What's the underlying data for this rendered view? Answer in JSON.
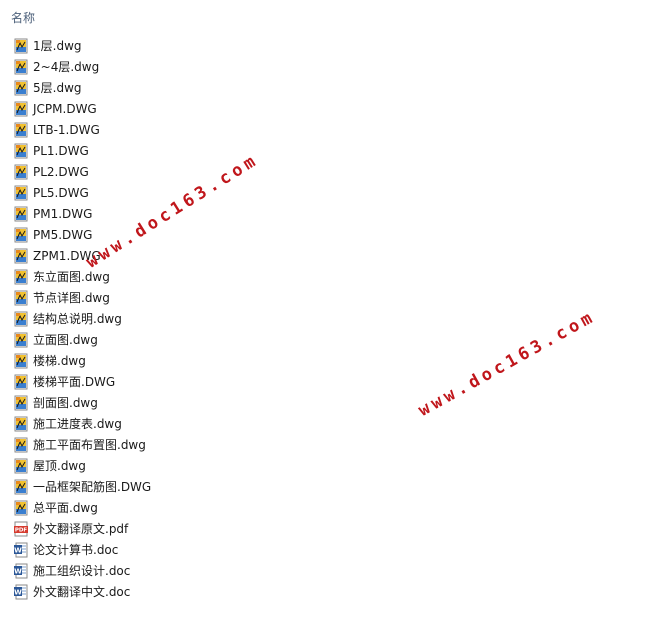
{
  "header": {
    "name_column": "名称"
  },
  "files": [
    {
      "name": "1层.dwg",
      "icon": "dwg-file-icon"
    },
    {
      "name": "2~4层.dwg",
      "icon": "dwg-file-icon"
    },
    {
      "name": "5层.dwg",
      "icon": "dwg-file-icon"
    },
    {
      "name": "JCPM.DWG",
      "icon": "dwg-file-icon"
    },
    {
      "name": "LTB-1.DWG",
      "icon": "dwg-file-icon"
    },
    {
      "name": "PL1.DWG",
      "icon": "dwg-file-icon"
    },
    {
      "name": "PL2.DWG",
      "icon": "dwg-file-icon"
    },
    {
      "name": "PL5.DWG",
      "icon": "dwg-file-icon"
    },
    {
      "name": "PM1.DWG",
      "icon": "dwg-file-icon"
    },
    {
      "name": "PM5.DWG",
      "icon": "dwg-file-icon"
    },
    {
      "name": "ZPM1.DWG",
      "icon": "dwg-file-icon"
    },
    {
      "name": "东立面图.dwg",
      "icon": "dwg-file-icon"
    },
    {
      "name": "节点详图.dwg",
      "icon": "dwg-file-icon"
    },
    {
      "name": "结构总说明.dwg",
      "icon": "dwg-file-icon"
    },
    {
      "name": "立面图.dwg",
      "icon": "dwg-file-icon"
    },
    {
      "name": "楼梯.dwg",
      "icon": "dwg-file-icon"
    },
    {
      "name": "楼梯平面.DWG",
      "icon": "dwg-file-icon"
    },
    {
      "name": "剖面图.dwg",
      "icon": "dwg-file-icon"
    },
    {
      "name": "施工进度表.dwg",
      "icon": "dwg-file-icon"
    },
    {
      "name": "施工平面布置图.dwg",
      "icon": "dwg-file-icon"
    },
    {
      "name": "屋顶.dwg",
      "icon": "dwg-file-icon"
    },
    {
      "name": "一品框架配筋图.DWG",
      "icon": "dwg-file-icon"
    },
    {
      "name": "总平面.dwg",
      "icon": "dwg-file-icon"
    },
    {
      "name": "外文翻译原文.pdf",
      "icon": "pdf-file-icon"
    },
    {
      "name": "论文计算书.doc",
      "icon": "word-doc-icon"
    },
    {
      "name": "施工组织设计.doc",
      "icon": "word-doc-icon"
    },
    {
      "name": "外文翻译中文.doc",
      "icon": "word-doc-icon"
    }
  ],
  "watermarks": [
    "www.doc163.com",
    "www.doc163.com"
  ],
  "colors": {
    "watermark": "#c0161b",
    "header_text": "#4c607a",
    "dwg_icon_yellow": "#f2c230",
    "dwg_icon_blue": "#3a7fd0",
    "pdf_icon_red": "#d63b2f",
    "word_icon_blue": "#2b5797"
  }
}
